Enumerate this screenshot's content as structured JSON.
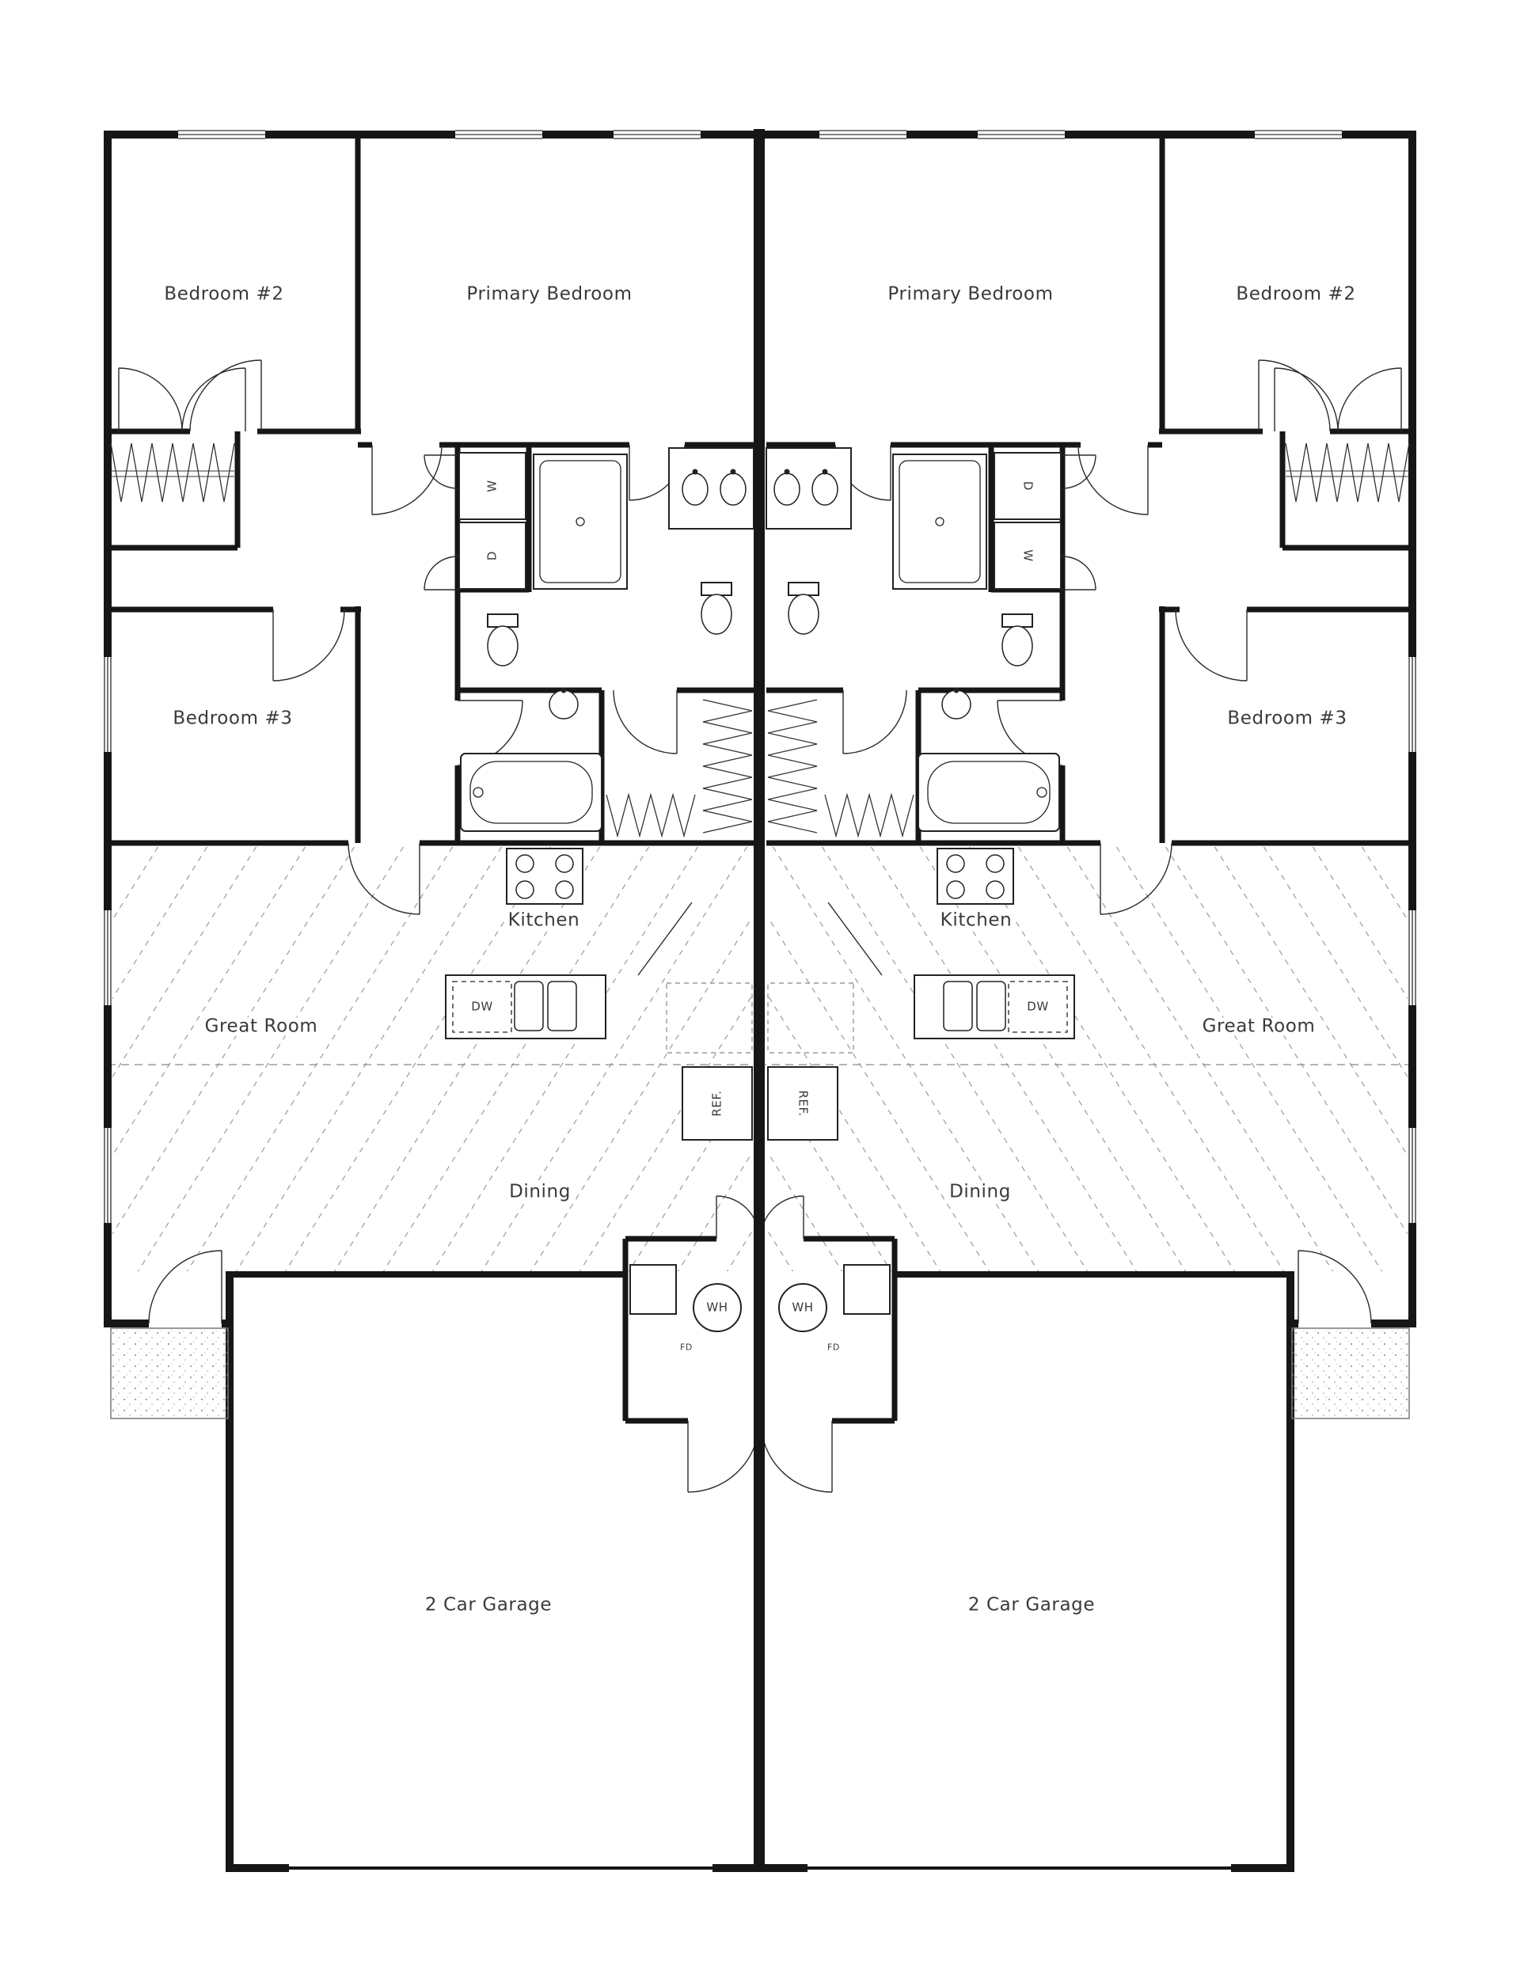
{
  "left_unit": {
    "bedroom2_label": "Bedroom #2",
    "primary_bedroom_label": "Primary Bedroom",
    "bedroom3_label": "Bedroom #3",
    "kitchen_label": "Kitchen",
    "great_room_label": "Great Room",
    "dining_label": "Dining",
    "garage_label": "2 Car Garage",
    "washer_label": "W",
    "dryer_label": "D",
    "dishwasher_label": "DW",
    "refrigerator_label": "REF.",
    "water_heater_label": "WH",
    "floor_drain_label": "FD"
  },
  "right_unit": {
    "bedroom2_label": "Bedroom #2",
    "primary_bedroom_label": "Primary Bedroom",
    "bedroom3_label": "Bedroom #3",
    "kitchen_label": "Kitchen",
    "great_room_label": "Great Room",
    "dining_label": "Dining",
    "garage_label": "2 Car Garage",
    "washer_label": "W",
    "dryer_label": "D",
    "dishwasher_label": "DW",
    "refrigerator_label": "REF.",
    "water_heater_label": "WH",
    "floor_drain_label": "FD"
  }
}
